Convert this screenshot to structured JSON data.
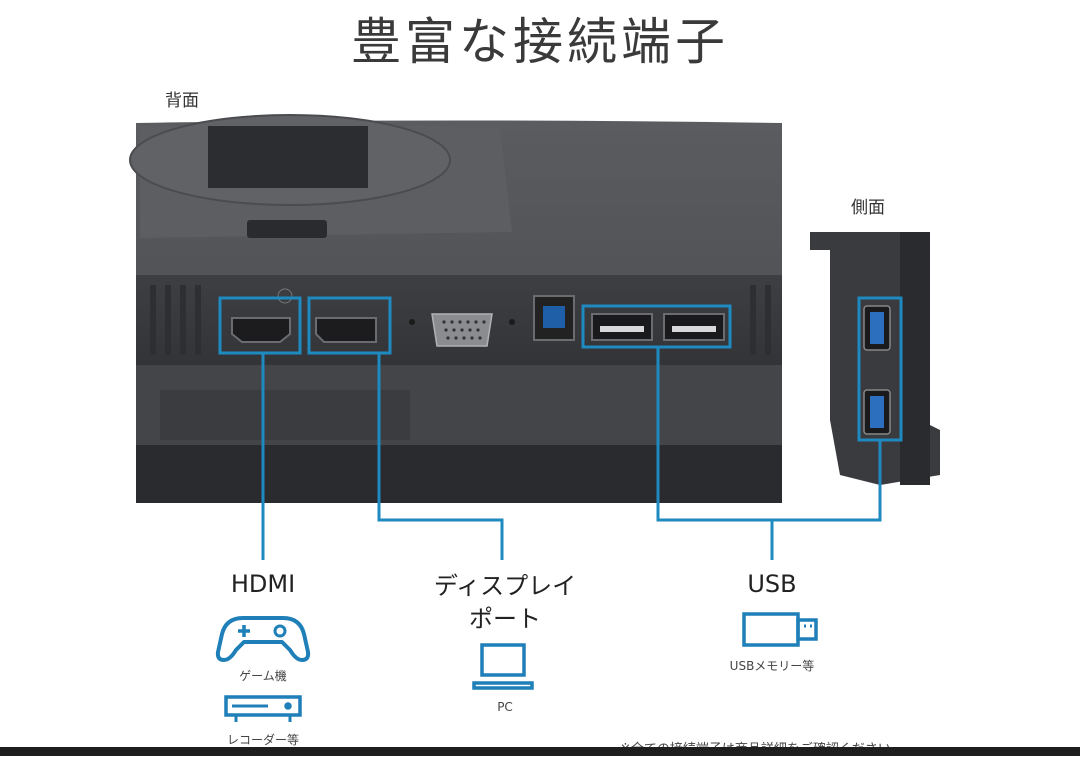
{
  "title": "豊富な接続端子",
  "views": {
    "rear": "背面",
    "side": "側面"
  },
  "ports": [
    {
      "name": "HDMI",
      "uses": [
        "ゲーム機",
        "レコーダー等"
      ],
      "icons": [
        "gamepad-icon",
        "recorder-icon"
      ]
    },
    {
      "name": "ディスプレイ\nポート",
      "line1": "ディスプレイ",
      "line2": "ポート",
      "uses": [
        "PC"
      ],
      "icons": [
        "laptop-icon"
      ]
    },
    {
      "name": "USB",
      "uses": [
        "USBメモリー等"
      ],
      "icons": [
        "usb-stick-icon"
      ]
    }
  ],
  "footnote": "※全ての接続端子は商品詳細をご確認ください。",
  "colors": {
    "accent": "#1e8ac0",
    "icon": "#1f7fb8",
    "monitor_body": "#4a4c50",
    "monitor_dark": "#2a2b2e"
  }
}
